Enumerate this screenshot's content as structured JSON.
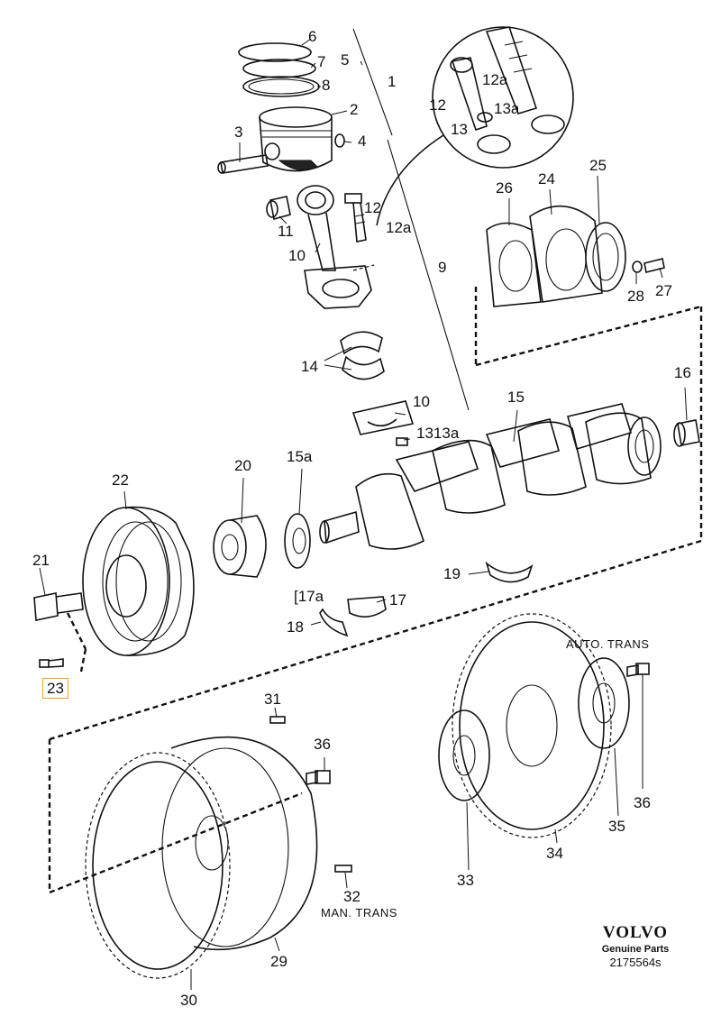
{
  "callouts": {
    "c1": "1",
    "c2": "2",
    "c3": "3",
    "c4": "4",
    "c5": "5",
    "c6": "6",
    "c7": "7",
    "c8": "8",
    "c9": "9",
    "c10a": "10",
    "c10b": "10",
    "c11": "11",
    "c12a_top": "12a",
    "c12_top": "12",
    "c13_top": "13",
    "c13a_top": "13a",
    "c12_mid": "12",
    "c12a_mid": "12a",
    "c1313a": "1313a",
    "c14": "14",
    "c15": "15",
    "c15a": "15a",
    "c16": "16",
    "c17": "17",
    "c17a": "[17a",
    "c18": "18",
    "c19": "19",
    "c20": "20",
    "c21": "21",
    "c22": "22",
    "c23": "23",
    "c24": "24",
    "c25": "25",
    "c26": "26",
    "c27": "27",
    "c28": "28",
    "c29": "29",
    "c30": "30",
    "c31": "31",
    "c32": "32",
    "c33": "33",
    "c34": "34",
    "c35": "35",
    "c36a": "36",
    "c36b": "36"
  },
  "notes": {
    "auto_trans": "AUTO. TRANS",
    "man_trans": "MAN. TRANS"
  },
  "brand": {
    "logo": "VOLVO",
    "subtitle": "Genuine Parts",
    "code": "2175564s"
  },
  "colors": {
    "line": "#111111",
    "highlight": "#f0a020"
  }
}
